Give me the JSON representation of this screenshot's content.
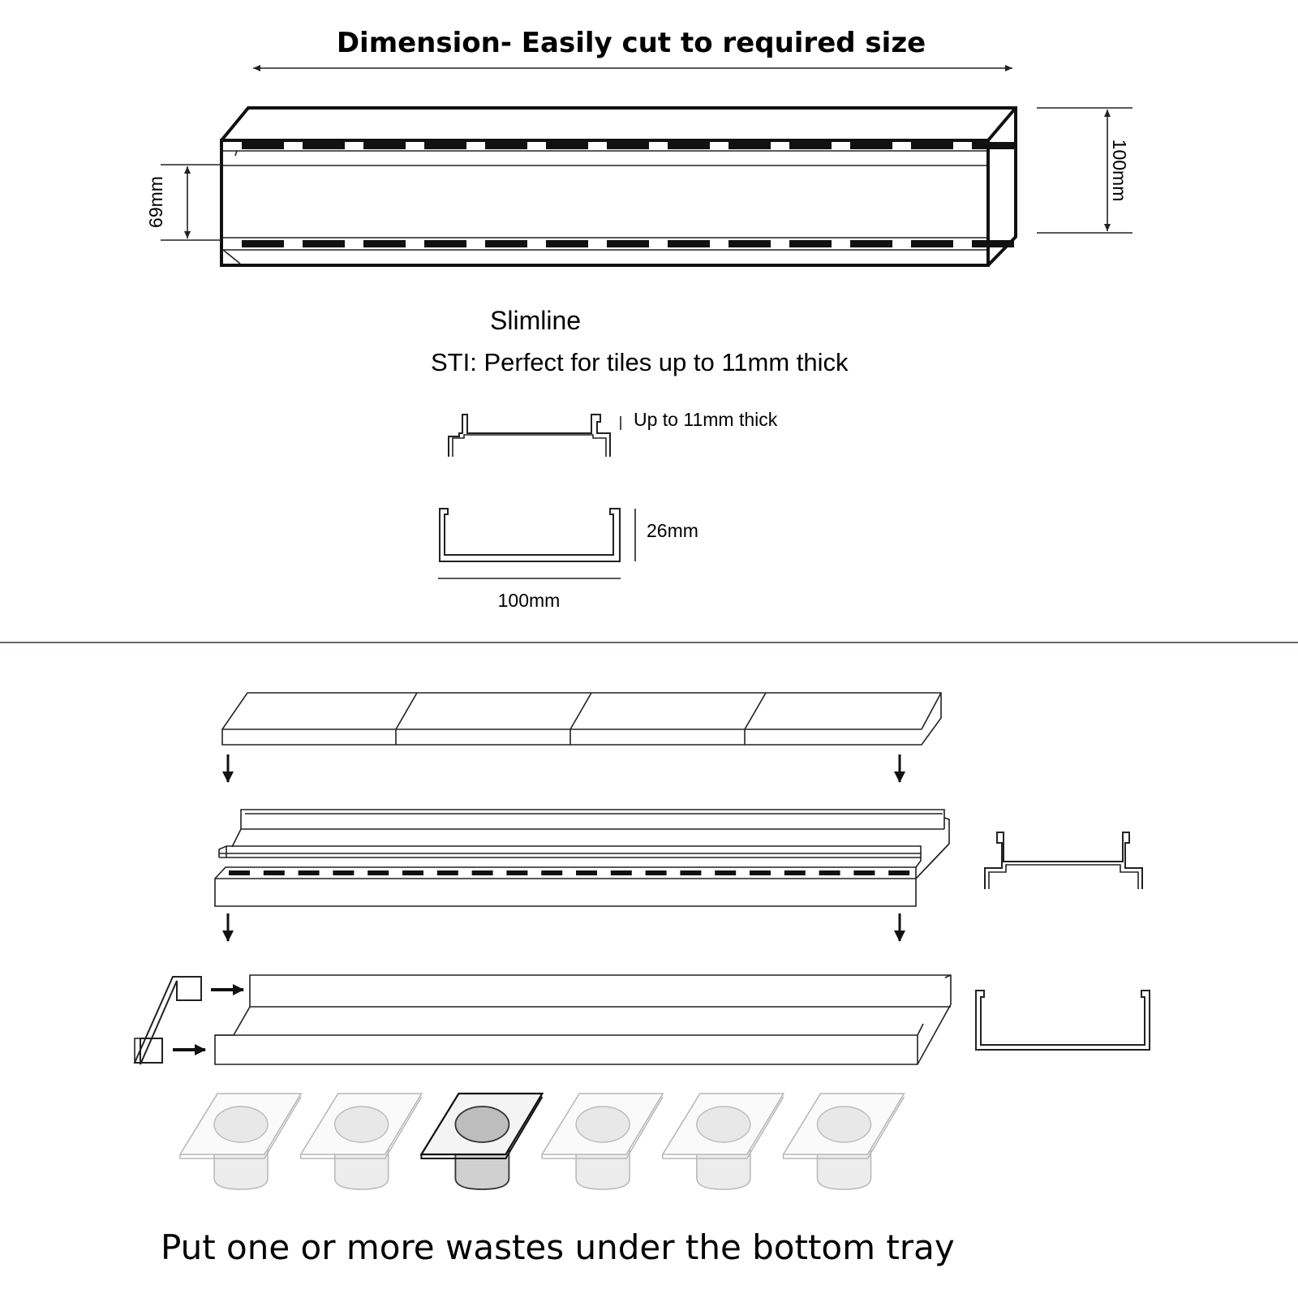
{
  "header": {
    "title": "Dimension- Easily cut to required size",
    "height_label": "100mm",
    "inner_label": "69mm"
  },
  "model": {
    "name": "Slimline",
    "description": "STI: Perfect for tiles up to 11mm thick"
  },
  "profiles": {
    "top_note": "Up to 11mm thick",
    "depth_label": "26mm",
    "width_label": "100mm"
  },
  "assembly": {
    "waste_count": 6,
    "highlighted_waste": 3
  },
  "caption": "Put one or more wastes under the bottom tray"
}
